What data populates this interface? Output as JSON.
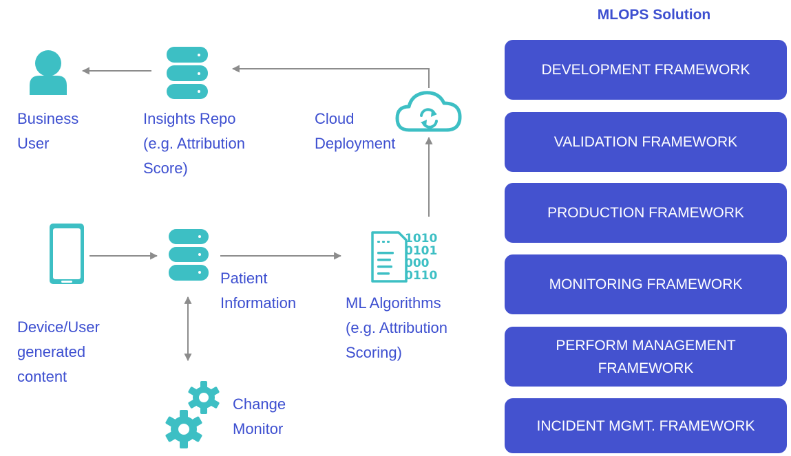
{
  "diagram": {
    "nodes": {
      "business_user": "Business\nUser",
      "insights_repo": "Insights Repo\n(e.g. Attribution\nScore)",
      "cloud_deployment": "Cloud\nDeployment",
      "device_content": "Device/User\ngenerated\ncontent",
      "patient_info": "Patient\nInformation",
      "ml_algorithms": "ML Algorithms\n(e.g. Attribution\nScoring)",
      "change_monitor": "Change\nMonitor",
      "binary_glyphs": [
        "1010",
        "0101",
        "000",
        "0110"
      ]
    },
    "colors": {
      "icon": "#3dbfc4",
      "text": "#3d4fd0",
      "box": "#4452cf",
      "arrow": "#8c8c8c"
    },
    "icons": [
      "user-icon",
      "database-icon",
      "cloud-sync-icon",
      "mobile-device-icon",
      "binary-code-icon",
      "gears-icon"
    ]
  },
  "mlops": {
    "title": "MLOPS Solution",
    "frameworks": [
      "DEVELOPMENT FRAMEWORK",
      "VALIDATION FRAMEWORK",
      "PRODUCTION FRAMEWORK",
      "MONITORING FRAMEWORK",
      "PERFORM MANAGEMENT FRAMEWORK",
      "INCIDENT MGMT. FRAMEWORK"
    ]
  }
}
